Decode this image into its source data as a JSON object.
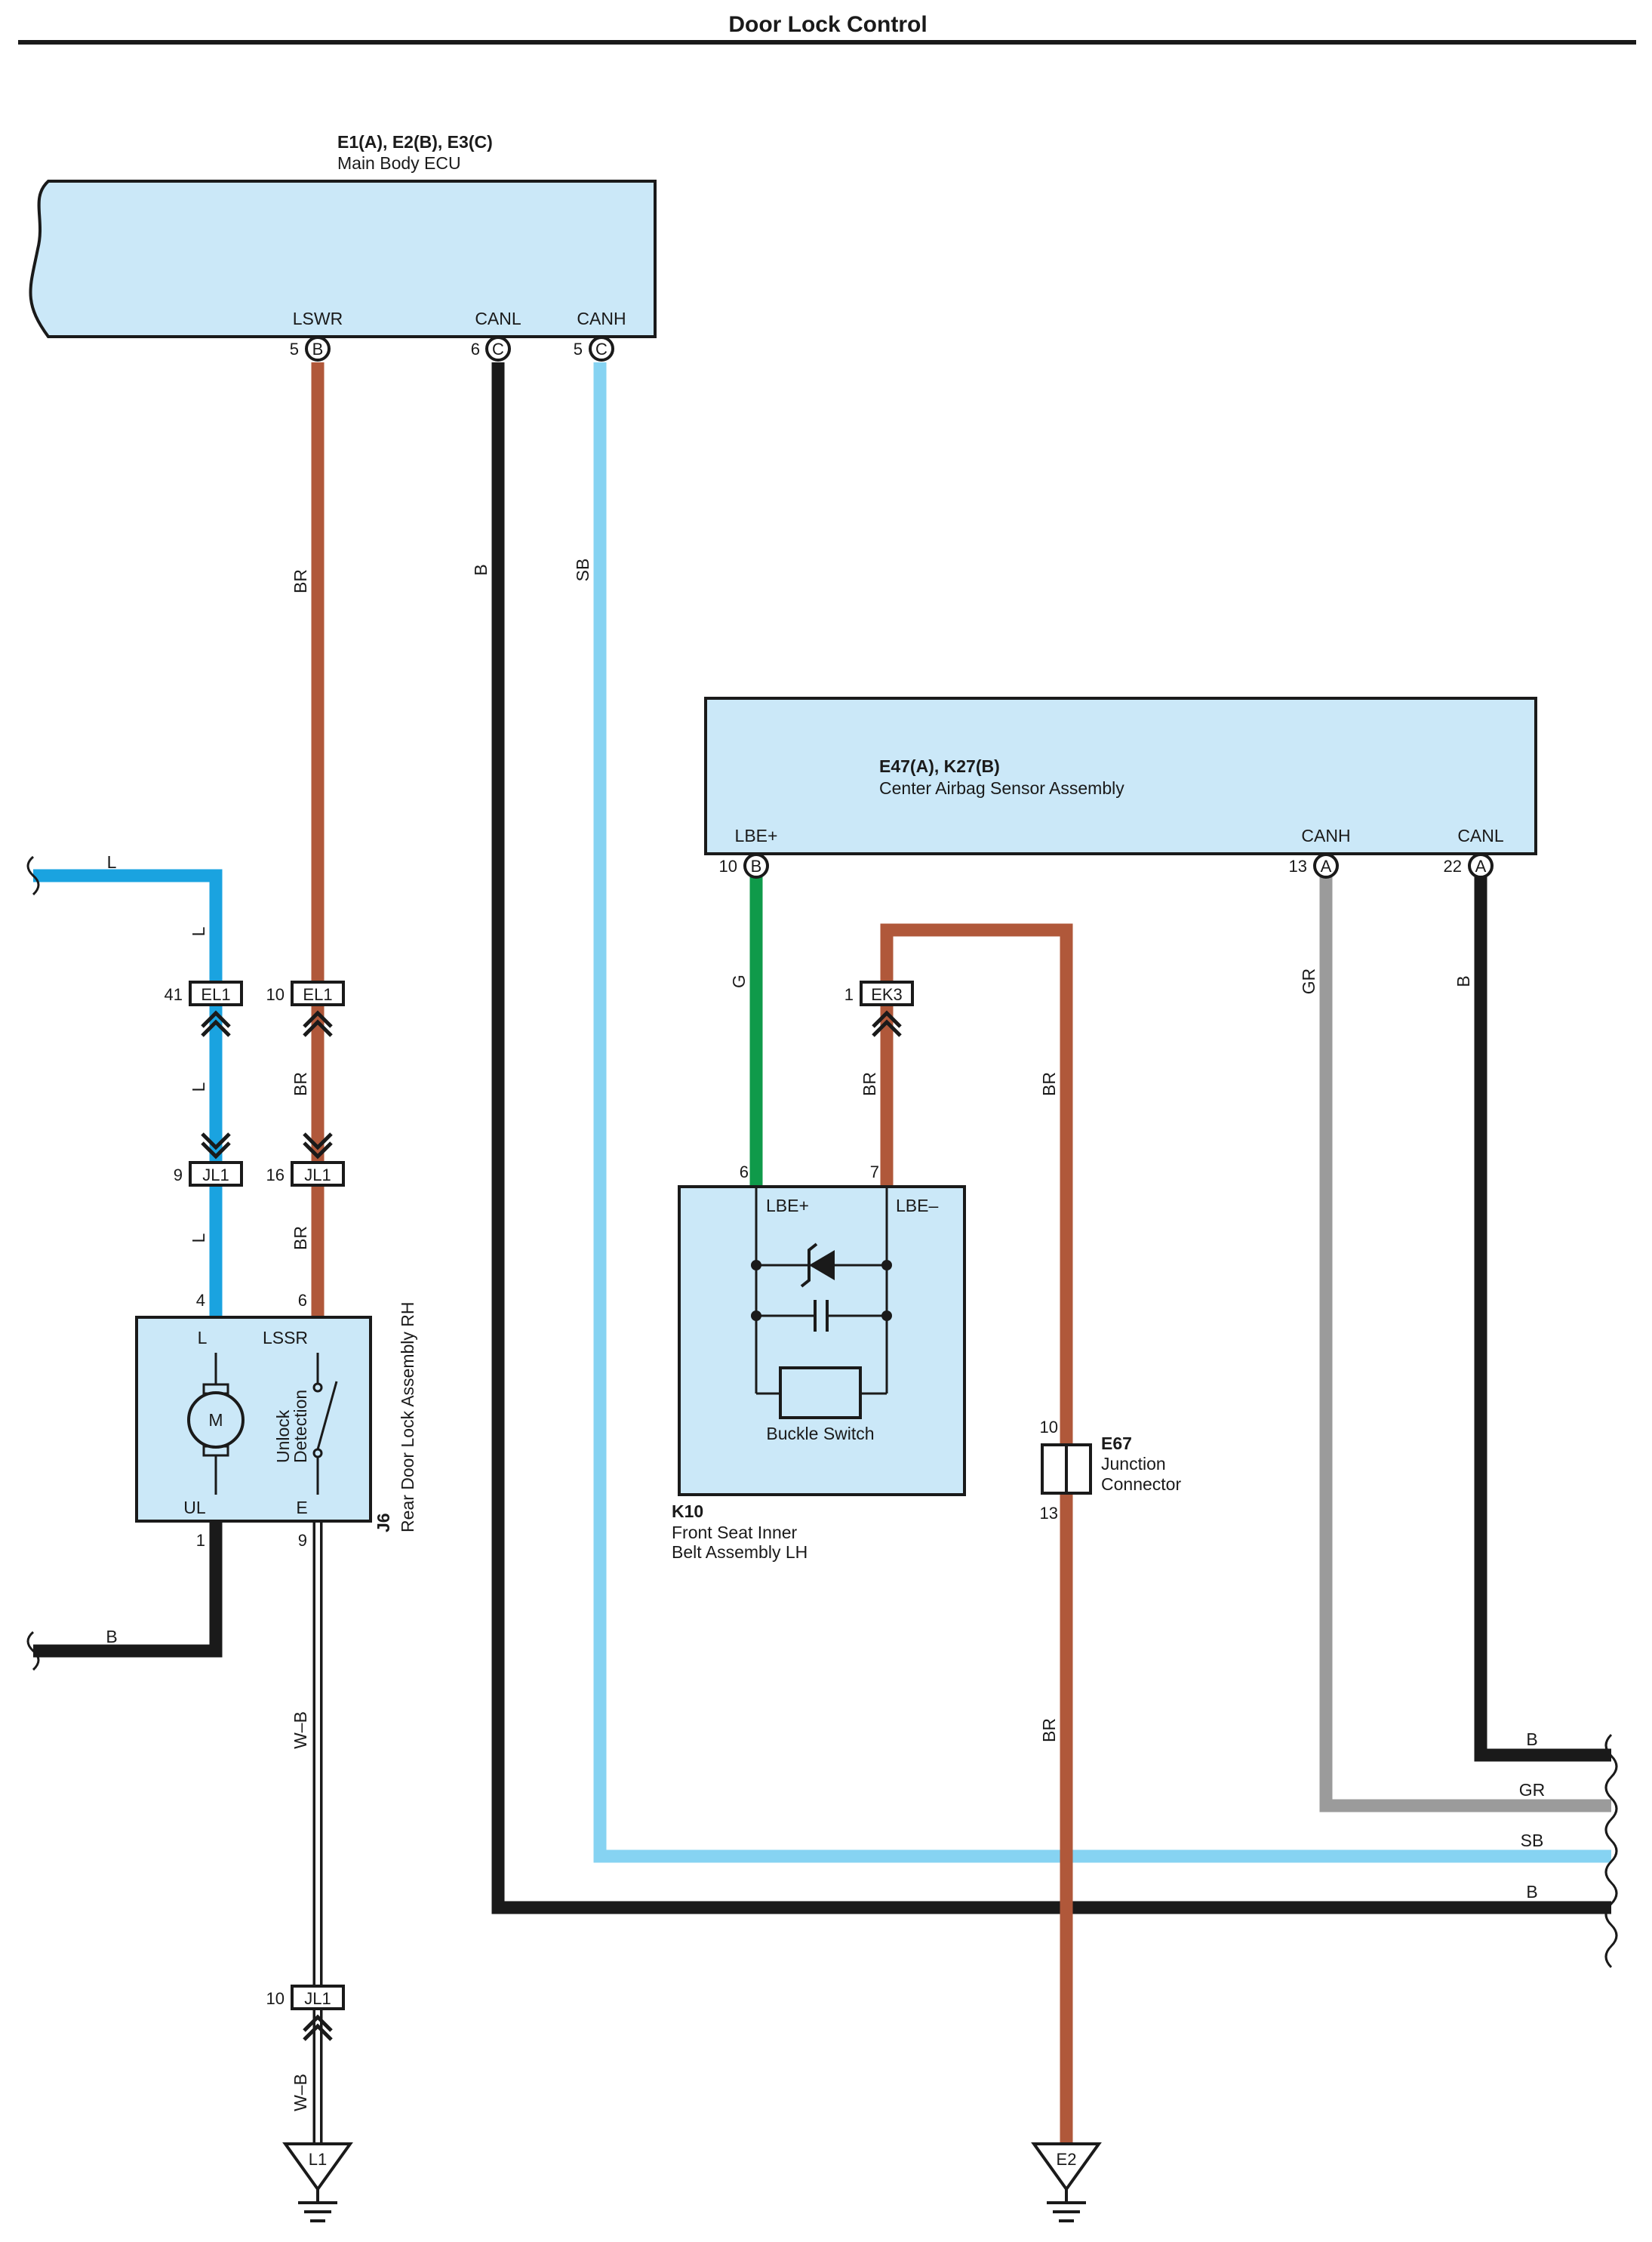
{
  "title": "Door Lock Control",
  "colors": {
    "box_fill": "#cbe8f8",
    "wire_BR": "#b0583a",
    "wire_B": "#1a1a1a",
    "wire_SB": "#86d3f2",
    "wire_L": "#1aa3e0",
    "wire_G": "#0f9a4a",
    "wire_GR": "#9b9b9b",
    "wire_WB": "#ffffff"
  },
  "main_body_ecu": {
    "codes": "E1(A), E2(B), E3(C)",
    "name": "Main Body ECU",
    "terminals": [
      "LSWR",
      "CANL",
      "CANH"
    ],
    "pins": [
      {
        "num": "5",
        "letter": "B"
      },
      {
        "num": "6",
        "letter": "C"
      },
      {
        "num": "5",
        "letter": "C"
      }
    ]
  },
  "airbag_sensor": {
    "codes": "E47(A), K27(B)",
    "name": "Center Airbag Sensor Assembly",
    "terminals": [
      "LBE+",
      "CANH",
      "CANL"
    ],
    "pins": [
      {
        "num": "10",
        "letter": "B"
      },
      {
        "num": "13",
        "letter": "A"
      },
      {
        "num": "22",
        "letter": "A"
      }
    ]
  },
  "door_lock": {
    "code": "J6",
    "name": "Rear Door Lock Assembly RH",
    "terminals": [
      "L",
      "LSSR",
      "UL",
      "E"
    ],
    "motor": "M",
    "switch_label": [
      "Unlock",
      "Detection"
    ],
    "pins": [
      "4",
      "6",
      "1",
      "9"
    ]
  },
  "buckle": {
    "code": "K10",
    "name_lines": [
      "Front Seat Inner",
      "Belt Assembly LH"
    ],
    "terminals": [
      "LBE+",
      "LBE–"
    ],
    "switch_name": "Buckle Switch",
    "pins": [
      "6",
      "7"
    ]
  },
  "junction": {
    "code": "E67",
    "name_lines": [
      "Junction",
      "Connector"
    ],
    "pins": [
      "10",
      "13"
    ]
  },
  "connectors": [
    {
      "id": "EL1",
      "pin": "41"
    },
    {
      "id": "EL1",
      "pin": "10"
    },
    {
      "id": "JL1",
      "pin": "9"
    },
    {
      "id": "JL1",
      "pin": "16"
    },
    {
      "id": "EK3",
      "pin": "1"
    },
    {
      "id": "JL1",
      "pin": "10"
    }
  ],
  "grounds": [
    "L1",
    "E2"
  ],
  "wire_labels": {
    "br_main": "BR",
    "b_main": "B",
    "sb_main": "SB",
    "l_top": "L",
    "l_v1": "L",
    "l_v2": "L",
    "l_v3": "L",
    "br_v2": "BR",
    "br_v3": "BR",
    "g": "G",
    "br_ek3": "BR",
    "br_junc_top": "BR",
    "br_junc_bot": "BR",
    "gr": "GR",
    "b_canl": "B",
    "b_left": "B",
    "wb_1": "W–B",
    "wb_2": "W–B",
    "right_b1": "B",
    "right_gr": "GR",
    "right_sb": "SB",
    "right_b2": "B"
  }
}
